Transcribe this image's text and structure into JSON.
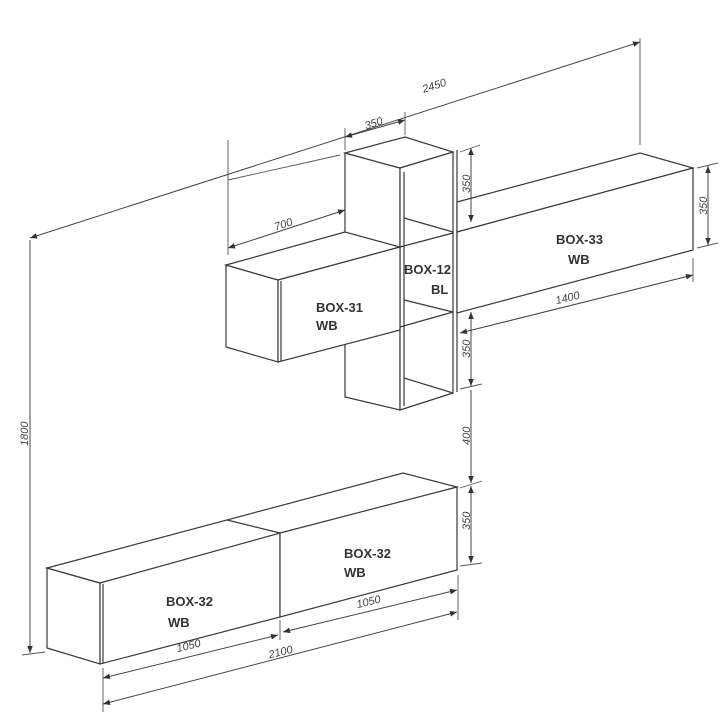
{
  "units": {
    "box31": {
      "name": "BOX-31",
      "finish": "WB"
    },
    "box12": {
      "name": "BOX-12",
      "finish": "BL"
    },
    "box33": {
      "name": "BOX-33",
      "finish": "WB"
    },
    "box32_right": {
      "name": "BOX-32",
      "finish": "WB"
    },
    "box32_left": {
      "name": "BOX-32",
      "finish": "WB"
    }
  },
  "dimensions": {
    "overall_width": "2450",
    "overall_height": "1800",
    "box31_width": "700",
    "box12_width": "350",
    "box12_upper_height": "350",
    "box12_lower_height": "350",
    "box33_height": "350",
    "box33_width": "1400",
    "gap_height": "400",
    "lower_height": "350",
    "lower_right_width": "1050",
    "lower_left_width": "1050",
    "lower_total_width": "2100"
  }
}
